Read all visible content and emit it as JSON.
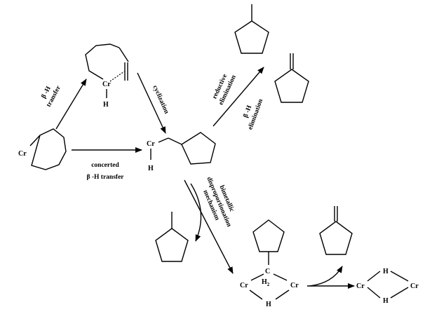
{
  "atoms": {
    "cr": "Cr",
    "h": "H",
    "c": "C",
    "h2": "H",
    "h2_sub": "2"
  },
  "labels": {
    "beta_h_transfer_line1": "β -H",
    "beta_h_transfer_line2": "transfer",
    "cyclization": "cyclization",
    "concerted_line1": "concerted",
    "concerted_line2": "β -H transfer",
    "reductive_line1": "reductive",
    "reductive_line2": "elimination",
    "beta_h_elim_line1": "β -H",
    "beta_h_elim_line2": "elimination",
    "bimetallic_line1": "bimetallic",
    "bimetallic_line2": "disproportionation",
    "bimetallic_line3": "mechanism"
  }
}
